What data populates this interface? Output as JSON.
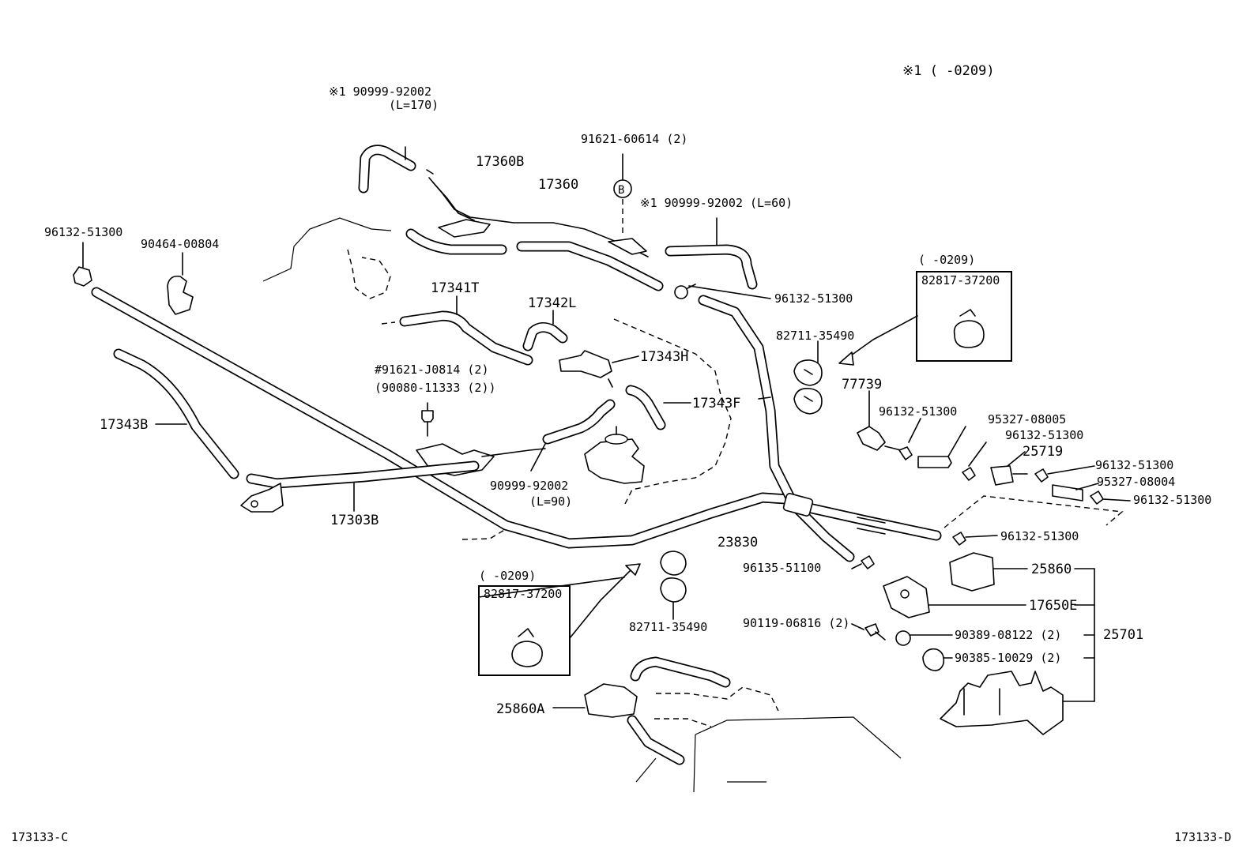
{
  "diagram": {
    "note_top_right": "※1 (    -0209)",
    "footer_left": "173133-C",
    "footer_right": "173133-D",
    "labels": {
      "hose_l170_part": "※1 90999-92002",
      "hose_l170_len": "(L=170)",
      "bolt_b": "91621-60614 (2)",
      "b_marker": "B",
      "pipe_17360b": "17360B",
      "pipe_17360": "17360",
      "hose_l60": "※1 90999-92002 (L=60)",
      "clamp_topleft": "96132-51300",
      "clamp_90464": "90464-00804",
      "hose_17341t": "17341T",
      "hose_17342l": "17342L",
      "hose_17343h": "17343H",
      "hose_17343f": "17343F",
      "bolt_j0814": "#91621-J0814 (2)",
      "bolt_11333": "(90080-11333 (2))",
      "hose_17343b": "17343B",
      "hose_l90_part": "90999-92002",
      "hose_l90_len": "(L=90)",
      "pipe_17303b": "17303B",
      "pipe_23830": "23830",
      "clamp_right1": "96132-51300",
      "box1_header": "(    -0209)",
      "box1_part": "82817-37200",
      "clip_82711_a": "82711-35490",
      "part_77739": "77739",
      "clamp_right2": "96132-51300",
      "hose_95327_08005": "95327-08005",
      "clamp_right3": "96132-51300",
      "valve_25719": "25719",
      "clamp_right4": "96132-51300",
      "hose_95327_08004": "95327-08004",
      "clamp_right5": "96132-51300",
      "clamp_right6": "96132-51300",
      "clamp_96135": "96135-51100",
      "part_25860": "25860",
      "part_17650e": "17650E",
      "bolt_06816": "90119-06816 (2)",
      "part_08122": "90389-08122 (2)",
      "assy_25701": "25701",
      "part_10029": "90385-10029 (2)",
      "box2_header": "(    -0209)",
      "box2_part": "82817-37200",
      "clip_82711_b": "82711-35490",
      "part_25860a": "25860A"
    }
  }
}
